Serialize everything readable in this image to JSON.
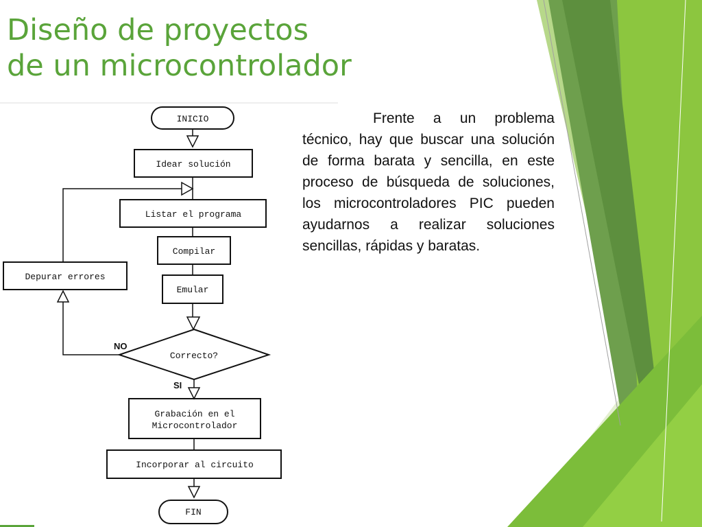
{
  "slide": {
    "title_line1": "Diseño de proyectos",
    "title_line2": "de un microcontrolador",
    "body": "Frente a un problema técnico, hay que buscar una solución de forma barata y sencilla, en este proceso de búsqueda de soluciones, los microcontroladores PIC pueden ayudarnos a realizar soluciones sencillas, rápidas y baratas.",
    "accent_color": "#5aa43a"
  },
  "flowchart": {
    "start": "INICIO",
    "idear": "Idear solución",
    "listar": "Listar el programa",
    "compilar": "Compilar",
    "emular": "Emular",
    "decision": "Correcto?",
    "no_label": "NO",
    "yes_label": "SI",
    "depurar": "Depurar errores",
    "grabacion_line1": "Grabación en el",
    "grabacion_line2": "Microcontrolador",
    "incorporar": "Incorporar al circuito",
    "end": "FIN"
  }
}
